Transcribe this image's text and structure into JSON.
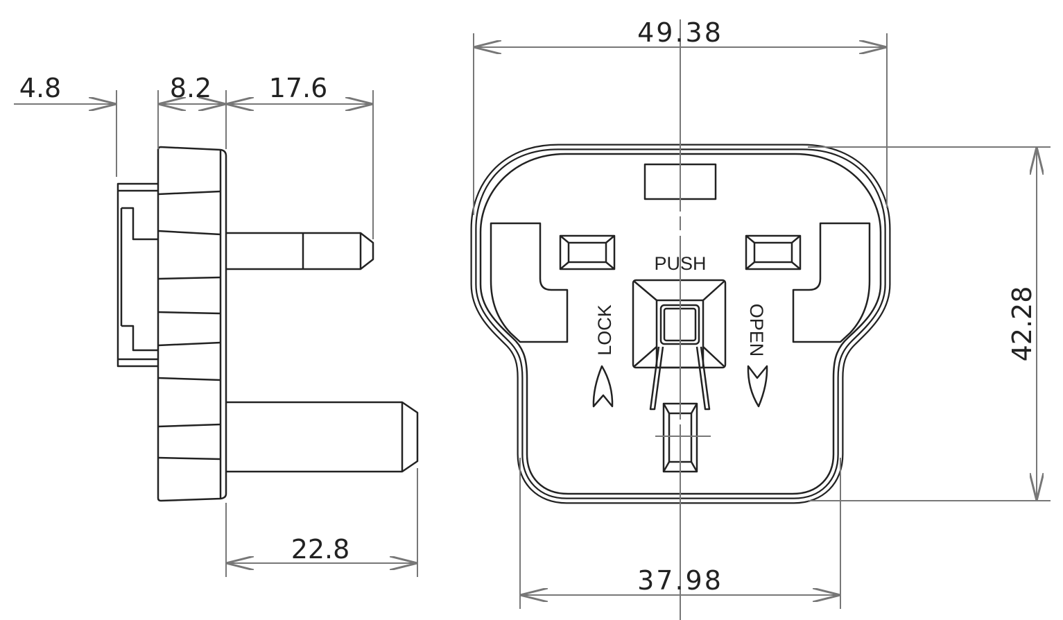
{
  "side_view": {
    "dims": {
      "flange_back": "4.8",
      "flange": "8.2",
      "short_pin": "17.6",
      "long_pin": "22.8"
    }
  },
  "front_view": {
    "dims": {
      "width_top": "49.38",
      "height": "42.28",
      "width_bottom": "37.98"
    },
    "labels": {
      "push": "PUSH",
      "lock": "LOCK",
      "open": "OPEN"
    }
  },
  "colors": {
    "outline": "#222222",
    "dimension": "#777777"
  }
}
